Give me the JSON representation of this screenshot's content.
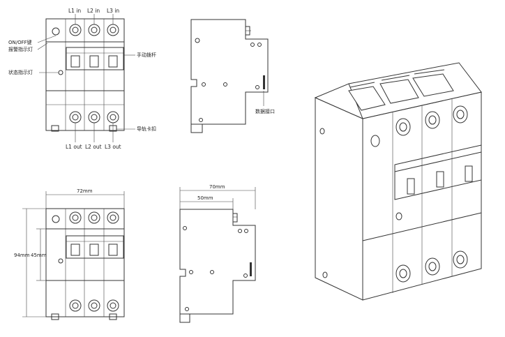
{
  "front_view_top": {
    "terminals_in": [
      "L1 in",
      "L2 in",
      "L3 in"
    ],
    "terminals_out": [
      "L1 out",
      "L2 out",
      "L3 out"
    ],
    "callout_on_off": "ON/OFF键",
    "callout_alarm": "报警指示灯",
    "callout_status": "状态指示灯",
    "callout_handle": "手动拨杆",
    "callout_rail": "导轨卡扣"
  },
  "side_view_top": {
    "callout_data_port": "数据接口"
  },
  "front_view_bottom": {
    "dim_width": "72mm",
    "dim_height_total": "94mm",
    "dim_height_face": "45mm"
  },
  "side_view_bottom": {
    "dim_depth_total": "70mm",
    "dim_depth_front": "50mm"
  }
}
